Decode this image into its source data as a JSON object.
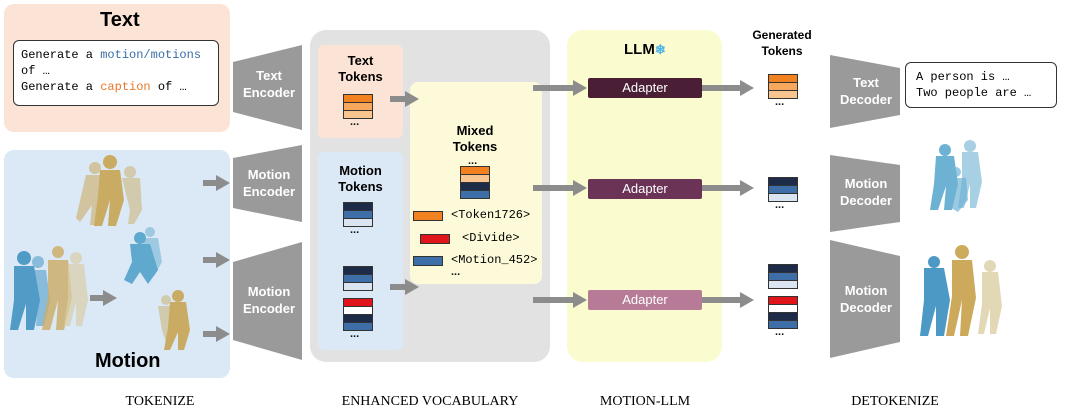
{
  "sections": {
    "tokenize": "TOKENIZE",
    "vocab": "ENHANCED VOCABULARY",
    "motion_llm": "MOTION-LLM",
    "detokenize": "DETOKENIZE"
  },
  "text_box": {
    "title": "Text",
    "line1_pre": "Generate a ",
    "line1_hl": "motion/motions",
    "line2": "of …",
    "line3_pre": "Generate a ",
    "line3_hl": "caption",
    "line3_post": " of …"
  },
  "motion_box": {
    "title": "Motion"
  },
  "encoders": {
    "text": [
      "Text",
      "Encoder"
    ],
    "motion1": [
      "Motion",
      "Encoder"
    ],
    "motion2": [
      "Motion",
      "Encoder"
    ]
  },
  "vocab": {
    "text_tokens": [
      "Text",
      "Tokens"
    ],
    "motion_tokens": [
      "Motion",
      "Tokens"
    ],
    "mixed_tokens": [
      "Mixed",
      "Tokens"
    ],
    "legend": [
      "<Token1726>",
      "<Divide>",
      "<Motion_452>"
    ],
    "ellipsis": "..."
  },
  "llm": {
    "title": "LLM",
    "snowflake": "❄",
    "adapters": [
      "Adapter",
      "Adapter",
      "Adapter"
    ]
  },
  "generated": [
    "Generated",
    "Tokens"
  ],
  "decoders": {
    "text": [
      "Text",
      "Decoder"
    ],
    "motion1": [
      "Motion",
      "Decoder"
    ],
    "motion2": [
      "Motion",
      "Decoder"
    ]
  },
  "output_text": [
    "A person is …",
    "Two people are …"
  ],
  "colors": {
    "text_panel": "#fbe4d5",
    "motion_panel": "#dbe8f5",
    "vocab_panel": "#e2e2e2",
    "mixed_panel": "#fdfad9",
    "llm_panel": "#fbfbd0",
    "trapezoid": "#9a9a9a",
    "arrow": "#8c8c8c",
    "adapter_dark": "#4a1f35",
    "adapter_mid": "#6b3356",
    "adapter_light": "#b77b97",
    "token_orange": "#f28220",
    "token_navy": "#1c2b48",
    "token_blue": "#3d6ea8",
    "token_red": "#e0151b"
  }
}
